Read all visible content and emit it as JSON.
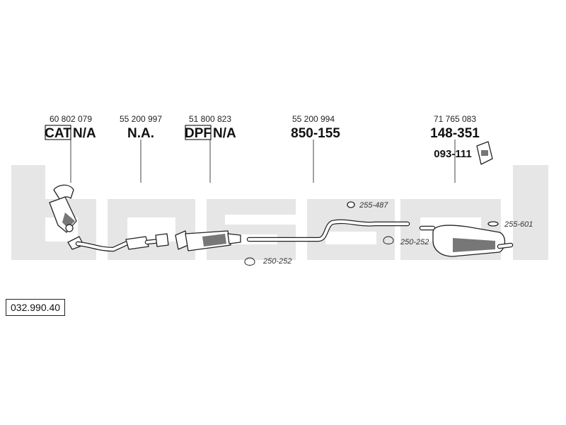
{
  "brand": "bosal",
  "reference": "032.990.40",
  "parts": [
    {
      "oe": "60 802 079",
      "tag": "CAT",
      "number": "N/A"
    },
    {
      "oe": "55 200 997",
      "tag": "",
      "number": "N.A."
    },
    {
      "oe": "51 800 823",
      "tag": "DPF",
      "number": "N/A"
    },
    {
      "oe": "55 200 994",
      "tag": "",
      "number": "850-155"
    },
    {
      "oe": "71 765 083",
      "tag": "",
      "number": "148-351",
      "extra": "093-111"
    }
  ],
  "accessories": [
    "255-487",
    "250-252",
    "250-252",
    "255-601"
  ]
}
